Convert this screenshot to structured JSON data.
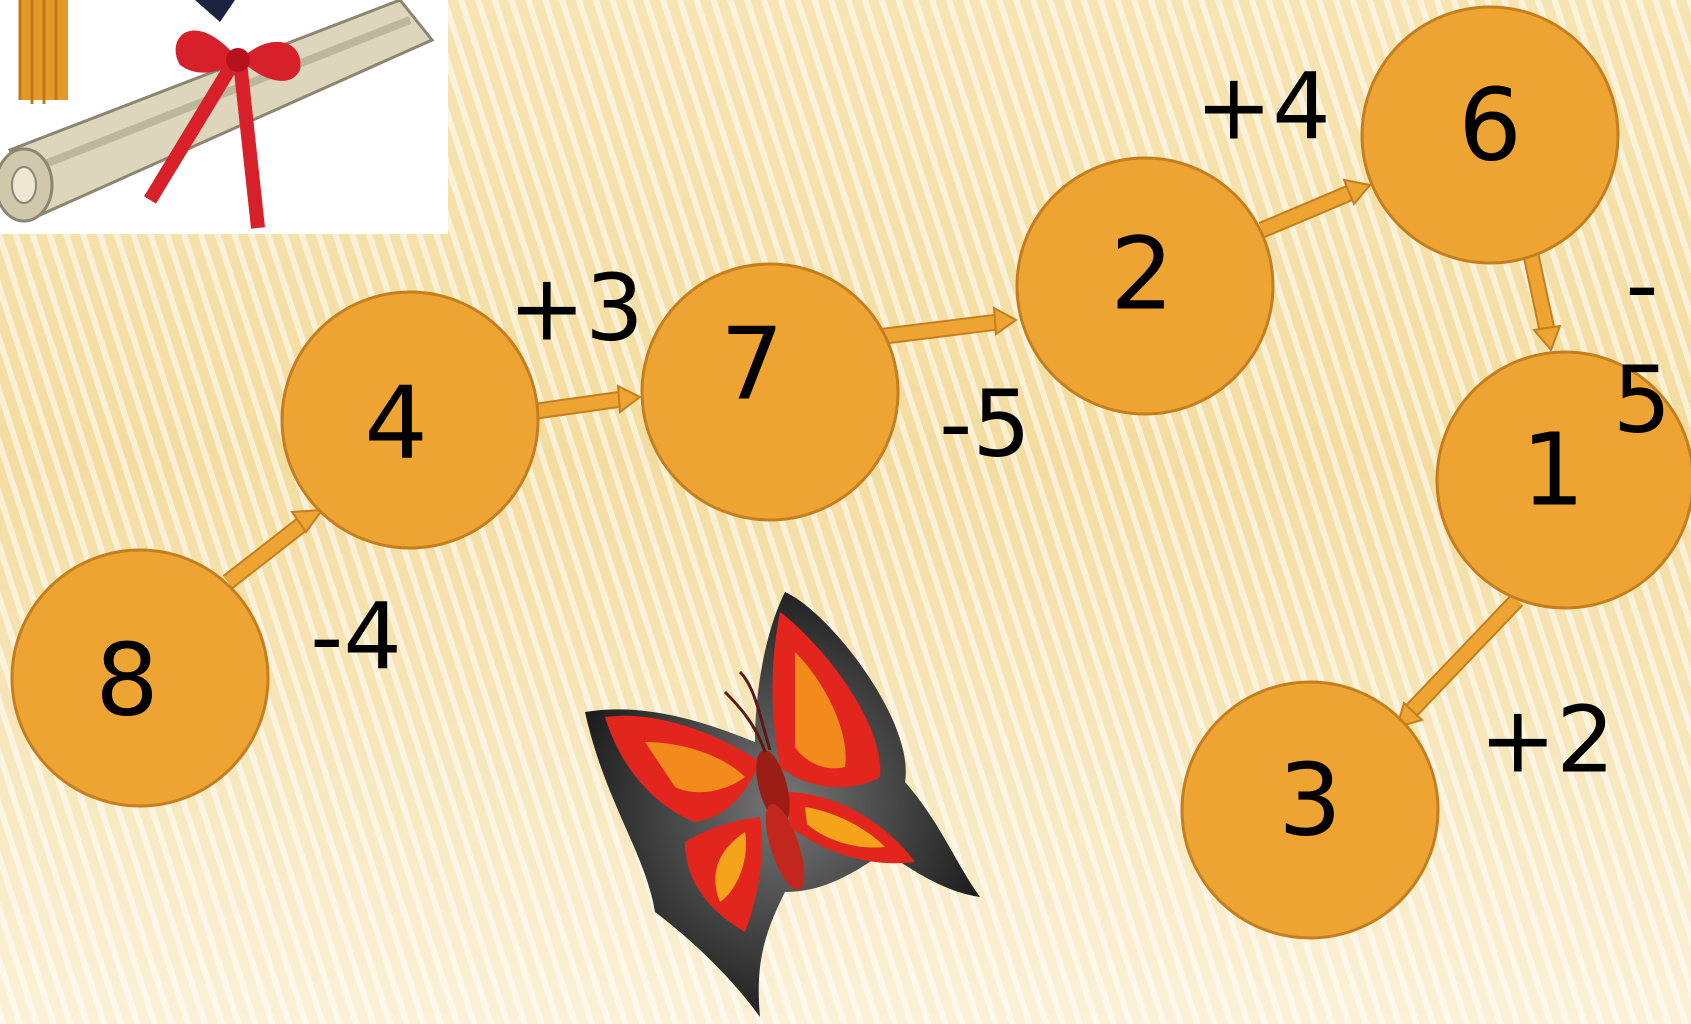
{
  "colors": {
    "node_fill": "#eea432",
    "node_stroke": "#c47e1e",
    "text": "#000000",
    "background": "#f5e2ad"
  },
  "nodes": [
    {
      "id": "n8",
      "value": "8"
    },
    {
      "id": "n4",
      "value": "4"
    },
    {
      "id": "n7",
      "value": "7"
    },
    {
      "id": "n2",
      "value": "2"
    },
    {
      "id": "n6",
      "value": "6"
    },
    {
      "id": "n1",
      "value": "1"
    },
    {
      "id": "n3",
      "value": "3"
    }
  ],
  "edges": [
    {
      "from": "n8",
      "to": "n4",
      "label": "-4"
    },
    {
      "from": "n4",
      "to": "n7",
      "label": "+3"
    },
    {
      "from": "n7",
      "to": "n2",
      "label": "-5"
    },
    {
      "from": "n2",
      "to": "n6",
      "label": "+4"
    },
    {
      "from": "n6",
      "to": "n1",
      "label_lines": [
        "-",
        "5"
      ]
    },
    {
      "from": "n1",
      "to": "n3",
      "label": "+2"
    }
  ],
  "images": {
    "diploma": "diploma-scroll-with-red-ribbon",
    "butterfly": "red-glitter-butterfly"
  }
}
